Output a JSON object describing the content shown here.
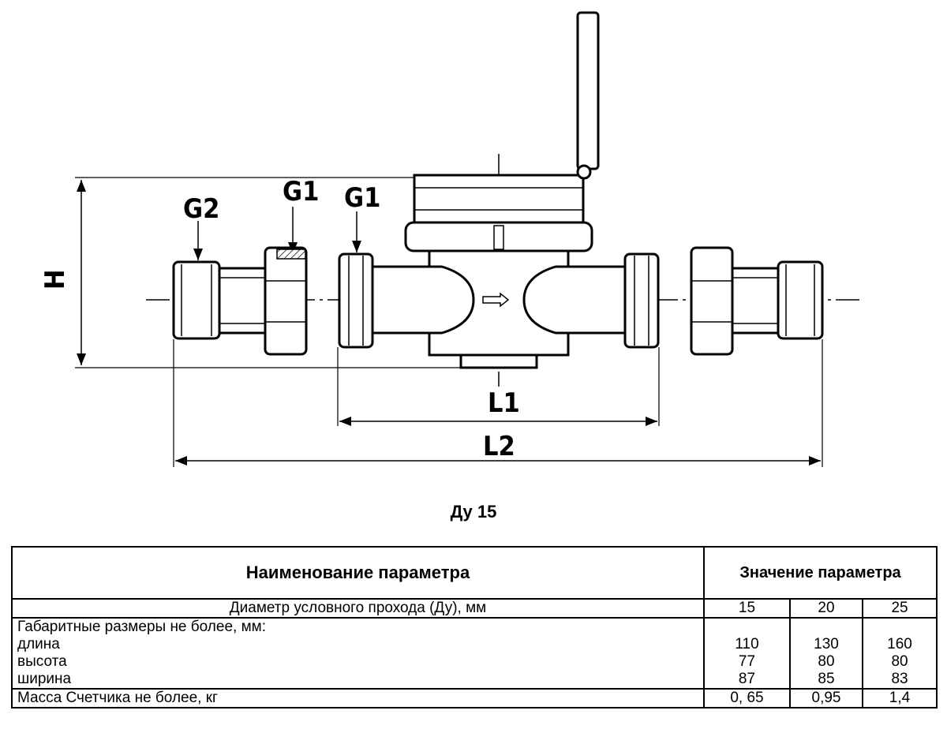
{
  "drawing": {
    "labels": {
      "g2": "G2",
      "g1_left": "G1",
      "g1_right": "G1",
      "h": "H",
      "l1": "L1",
      "l2": "L2"
    }
  },
  "caption": "Ду 15",
  "table": {
    "header_name": "Наименование параметра",
    "header_value": "Значение параметра",
    "row1": {
      "name": "Диаметр условного прохода (Ду), мм",
      "values": [
        "15",
        "20",
        "25"
      ]
    },
    "row2": {
      "title": "Габаритные размеры не более, мм:",
      "items": [
        {
          "name": "длина",
          "values": [
            "110",
            "130",
            "160"
          ]
        },
        {
          "name": "высота",
          "values": [
            "77",
            "80",
            "80"
          ]
        },
        {
          "name": "ширина",
          "values": [
            "87",
            "85",
            "83"
          ]
        }
      ]
    },
    "row3": {
      "name": "Масса Счетчика не более, кг",
      "values": [
        "0, 65",
        "0,95",
        "1,4"
      ]
    }
  }
}
